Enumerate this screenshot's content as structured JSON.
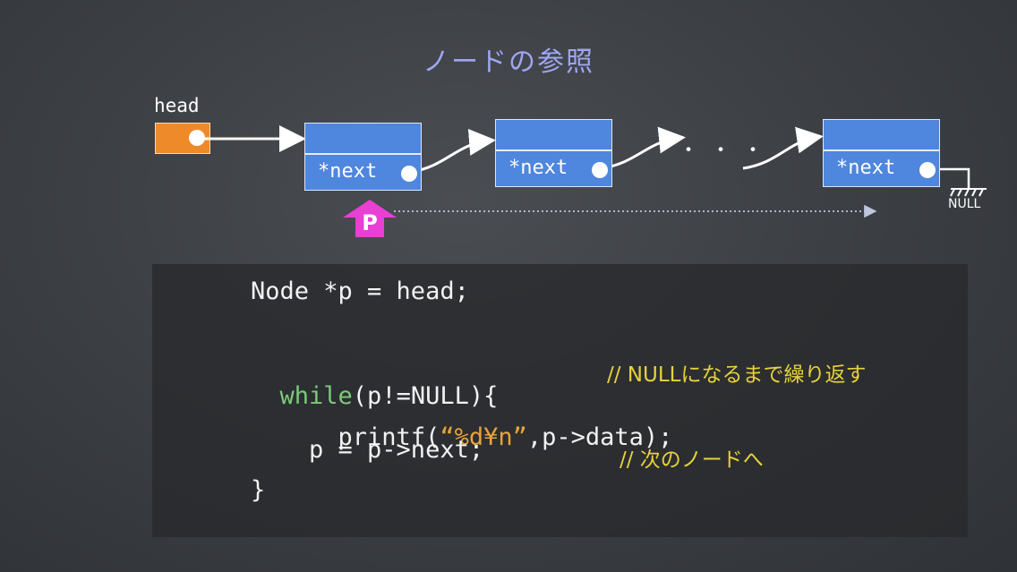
{
  "title": "ノードの参照",
  "head_label": "head",
  "nodes": [
    {
      "field": "*next"
    },
    {
      "field": "*next"
    },
    {
      "field": "*next"
    }
  ],
  "ellipsis": "・・・",
  "null_label": "NULL",
  "pointer_label": "P",
  "colors": {
    "node_fill": "#4f86de",
    "head_fill": "#ef8a2a",
    "pointer_fill": "#e83fd4",
    "keyword": "#7dc97a",
    "string": "#e7a33b",
    "comment": "#e6d23c",
    "title": "#9fa6f0"
  },
  "code": {
    "line1": "Node *p = head;",
    "line2_kw": "while",
    "line2_rest": "(p!=NULL){",
    "line3_pre": "    printf(",
    "line3_str": "“%d¥n”",
    "line3_post": ",p->data);",
    "line4": "    p = p->next;",
    "line5": "}"
  },
  "comments": {
    "while": "// NULLになるまで繰り返す",
    "next": "// 次のノードへ"
  }
}
